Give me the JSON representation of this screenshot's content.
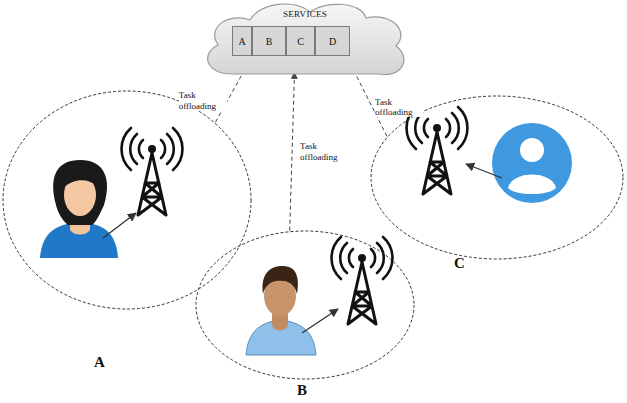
{
  "diagram": {
    "nodes": [
      {
        "text": [
          "SERVICES"
        ]
      },
      {
        "text": [
          "A"
        ],
        "in": 0
      },
      {
        "text": [
          "B"
        ],
        "in": 0
      },
      {
        "text": [
          "C"
        ],
        "in": 0
      },
      {
        "text": [
          "D"
        ],
        "in": 0
      },
      {
        "text": [
          "A"
        ]
      },
      {
        "text": [
          "B"
        ]
      },
      {
        "text": [
          "C"
        ]
      }
    ],
    "edges": [
      {
        "from": 5,
        "to": 0,
        "label": "Task offloading",
        "arrow": "to"
      },
      {
        "from": 6,
        "to": 0,
        "label": "Task offloading",
        "arrow": "to"
      },
      {
        "from": 7,
        "to": 0,
        "label": "Task offloading",
        "arrow": "to"
      }
    ]
  }
}
